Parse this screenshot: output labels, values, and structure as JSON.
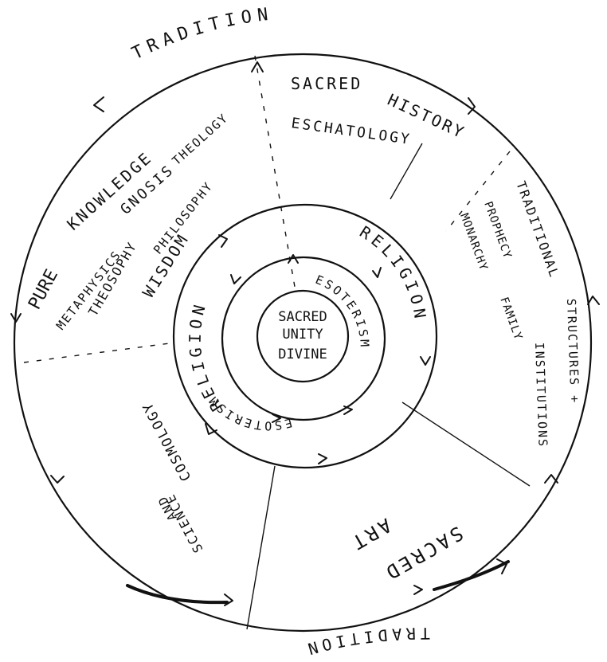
{
  "outer_label_top": "TRADITION",
  "outer_label_bottom": "TRADITION",
  "center": [
    "SACRED",
    "UNITY",
    "DIVINE"
  ],
  "esoterism_right": "ESOTERISM",
  "esoterism_left": "ESOTERISM",
  "religion_right": "RELIGION",
  "religion_left": "RELIGION",
  "sectors": {
    "knowledge": {
      "pure": "PURE",
      "knowledge": "KNOWLEDGE",
      "gnosis": "GNOSIS",
      "theology": "THEOLOGY",
      "metaphysics": "METAPHYSICS",
      "philosophy": "PHILOSOPHY",
      "theosophy": "THEOSOPHY",
      "wisdom": "WISDOM"
    },
    "history": {
      "sacred": "SACRED",
      "history": "HISTORY",
      "eschatology": "ESCHATOLOGY"
    },
    "structures": {
      "traditional": "TRADITIONAL",
      "prophecy": "PROPHECY",
      "monarchy": "MONARCHY",
      "family": "FAMILY",
      "structures": "STRUCTURES +",
      "institutions": "INSTITUTIONS"
    },
    "art": {
      "sacred": "SACRED",
      "art": "ART"
    },
    "science": {
      "science": "SCIENCE",
      "and": "AND",
      "cosmology": "COSMOLOGY"
    }
  },
  "colors": {
    "ink": "#111111",
    "paper": "#ffffff"
  }
}
